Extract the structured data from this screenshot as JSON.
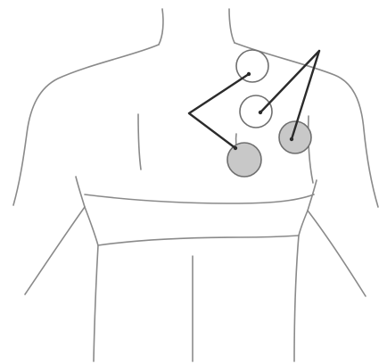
{
  "diagram": {
    "subject": "torso-front-outline",
    "electrodes": [
      {
        "id": "upper",
        "fill_color": "#ffffff"
      },
      {
        "id": "middle",
        "fill_color": "#ffffff"
      },
      {
        "id": "lower-left",
        "fill_color": "#c8c8c8"
      },
      {
        "id": "right",
        "fill_color": "#c8c8c8"
      }
    ],
    "colors": {
      "outline": "#8a8a8a",
      "lead_wire": "#2b2b2b",
      "electrode_ring": "#6f6f6f",
      "background": "#ffffff"
    }
  }
}
